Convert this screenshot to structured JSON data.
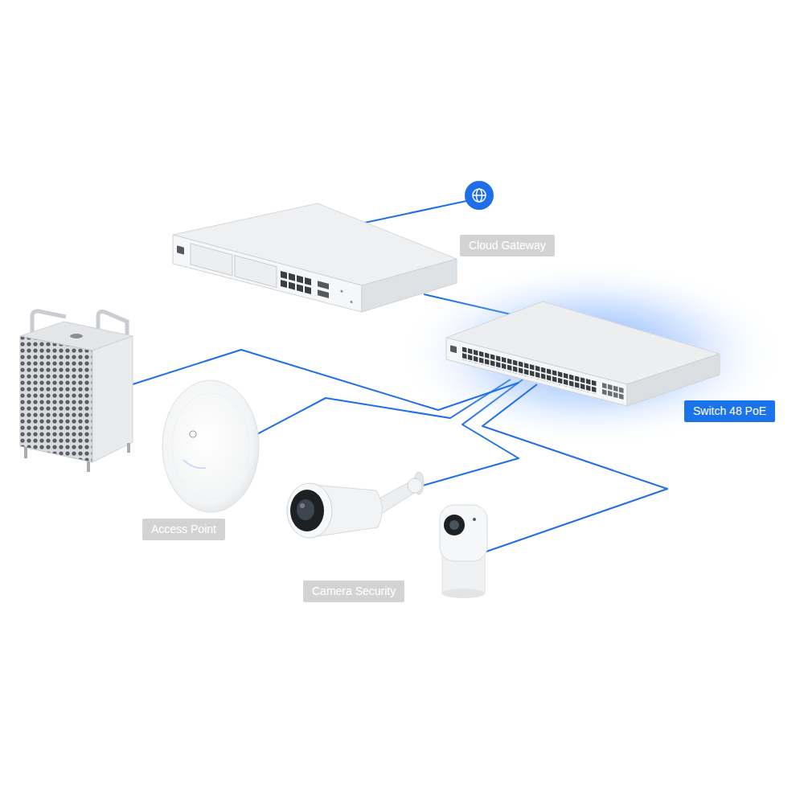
{
  "diagram": {
    "nodes": [
      {
        "text": [
          "Cloud Gateway"
        ]
      },
      {
        "text": [
          "Switch 48 PoE"
        ]
      },
      {
        "text": [
          "Access Point"
        ]
      },
      {
        "text": [
          "Camera Security"
        ]
      }
    ],
    "edges": [
      {
        "from": 0,
        "to": 1,
        "arrow": "none"
      },
      {
        "from": 1,
        "to": 2,
        "arrow": "none"
      },
      {
        "from": 1,
        "to": 3,
        "arrow": "none"
      }
    ]
  }
}
